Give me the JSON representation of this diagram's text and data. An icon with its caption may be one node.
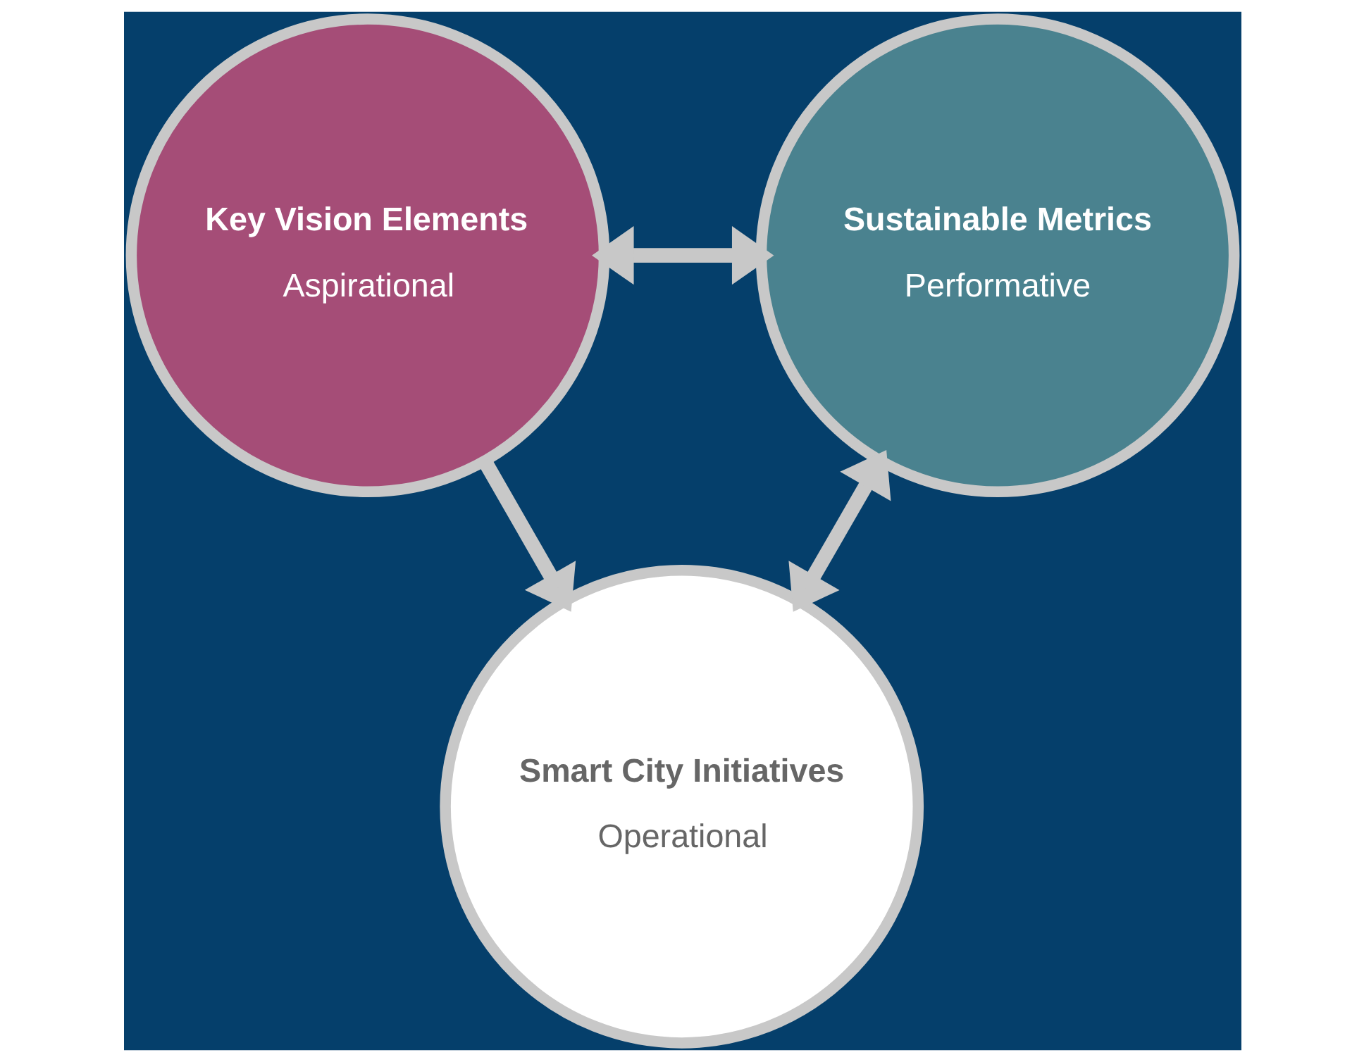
{
  "diagram": {
    "nodes": [
      {
        "text": [
          "Key Vision Elements",
          "Aspirational"
        ]
      },
      {
        "text": [
          "Sustainable Metrics",
          "Performative"
        ]
      },
      {
        "text": [
          "Smart City Initiatives",
          "Operational"
        ]
      }
    ],
    "edges": [
      {
        "from": 0,
        "to": 1,
        "arrow": "both"
      },
      {
        "from": 0,
        "to": 2,
        "arrow": "to"
      },
      {
        "from": 2,
        "to": 1,
        "arrow": "both"
      }
    ]
  }
}
